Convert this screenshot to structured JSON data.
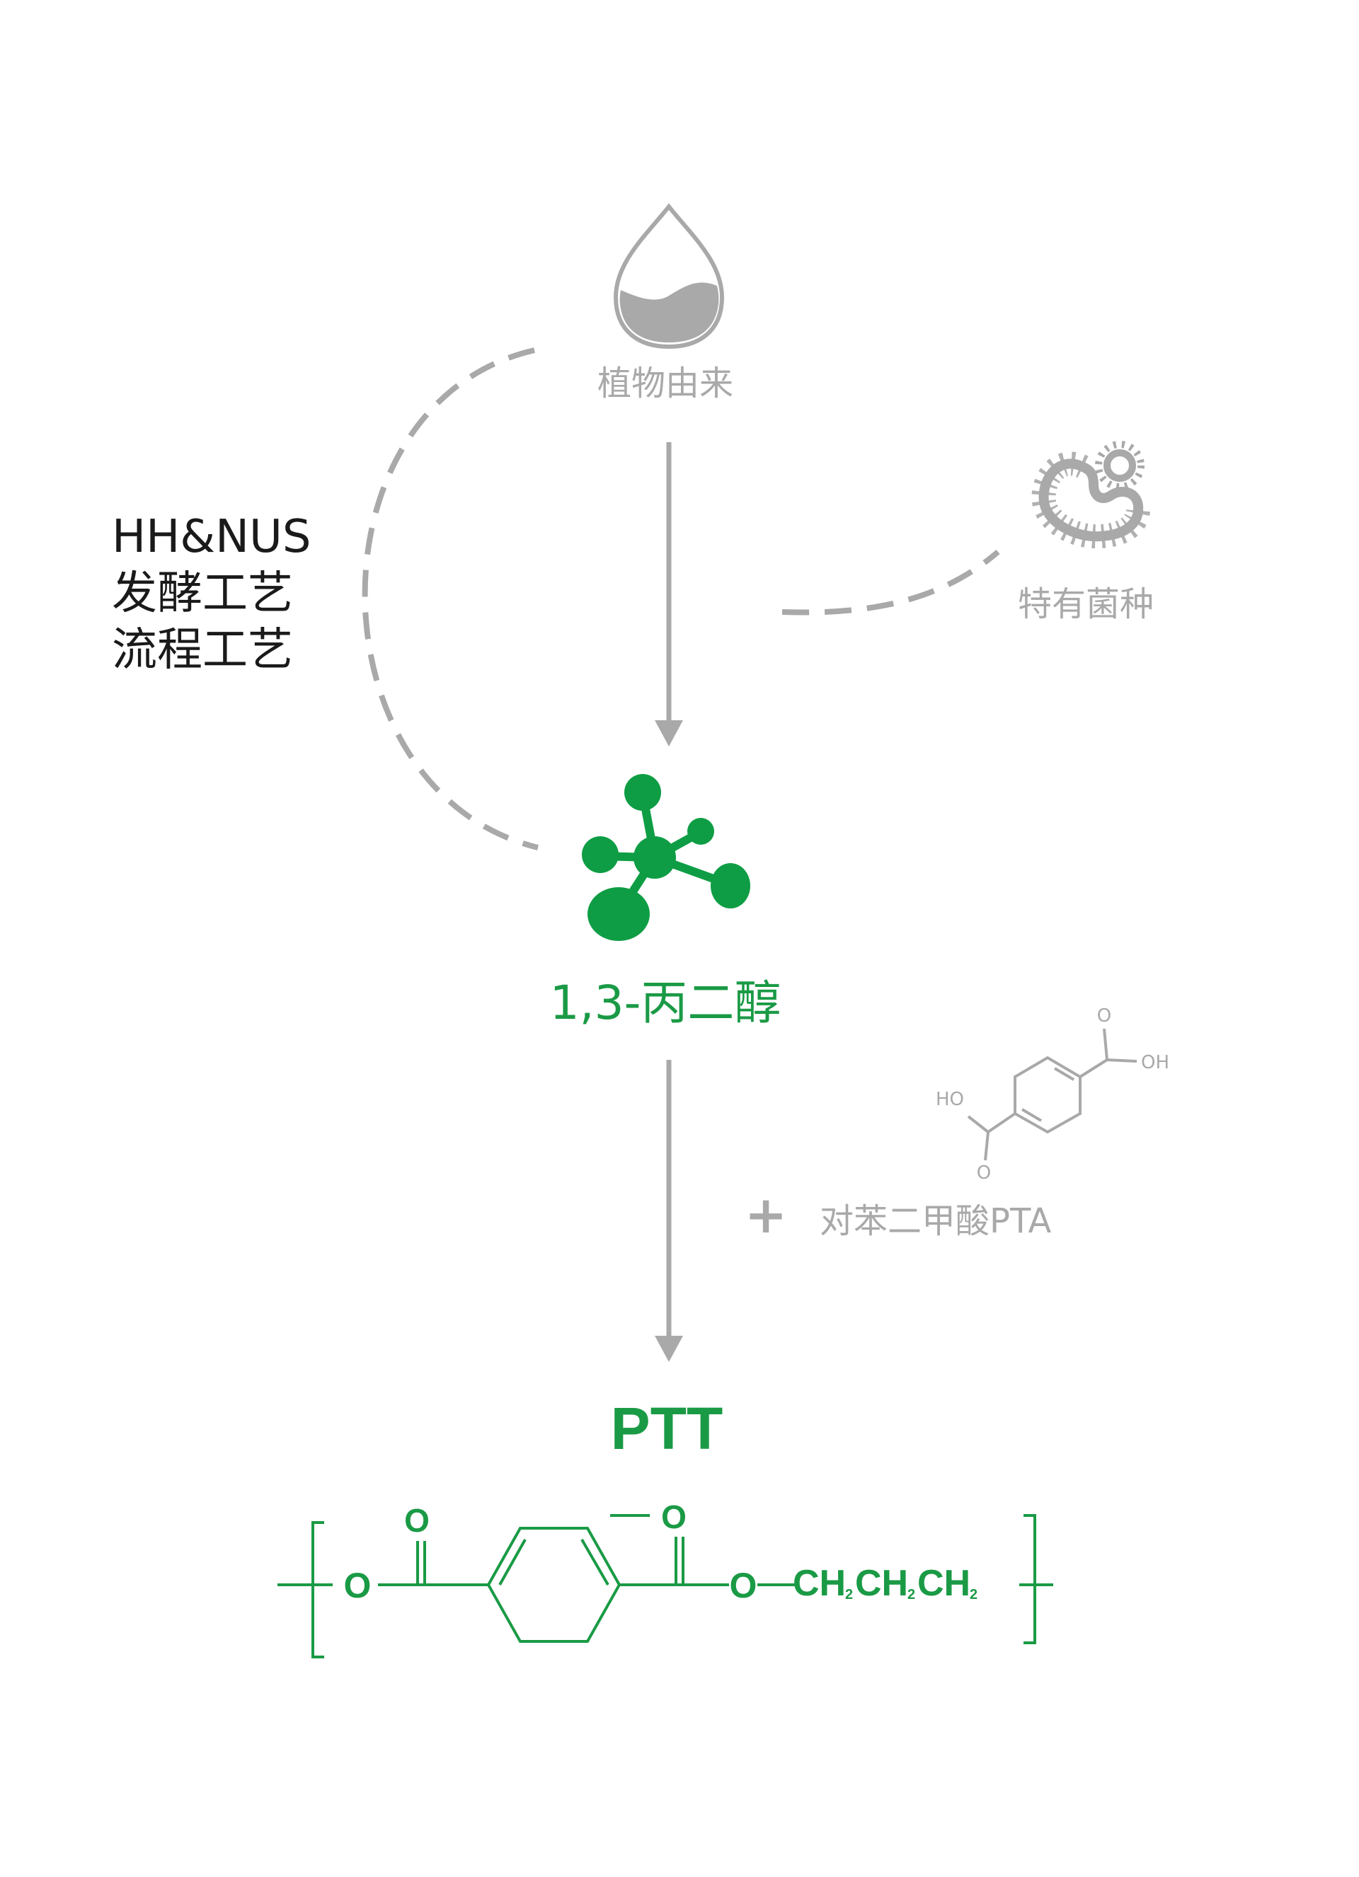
{
  "source": {
    "label": "植物由来",
    "icon": "water-drop-icon"
  },
  "bacteria": {
    "label": "特有菌种",
    "icon": "bacteria-icon"
  },
  "process": {
    "line1": "HH&NUS",
    "line2": "发酵工艺",
    "line3": "流程工艺"
  },
  "intermediate": {
    "label": "1,3-丙二醇",
    "icon": "molecule-icon"
  },
  "reagent": {
    "plus": "+",
    "label": "对苯二甲酸PTA",
    "structure_ho": "HO",
    "structure_oh": "OH",
    "structure_o_top": "O",
    "structure_o_bottom": "O"
  },
  "product": {
    "label": "PTT",
    "formula": {
      "o_left": "O",
      "o_carbonyl_left": "O",
      "o_carbonyl_right": "O",
      "o_right": "O",
      "ch2_chain": [
        "CH",
        "CH",
        "CH"
      ],
      "subscript": "2"
    }
  },
  "colors": {
    "gray": "#a9a9a9",
    "green": "#1a9a45",
    "black": "#1a1a1a"
  }
}
